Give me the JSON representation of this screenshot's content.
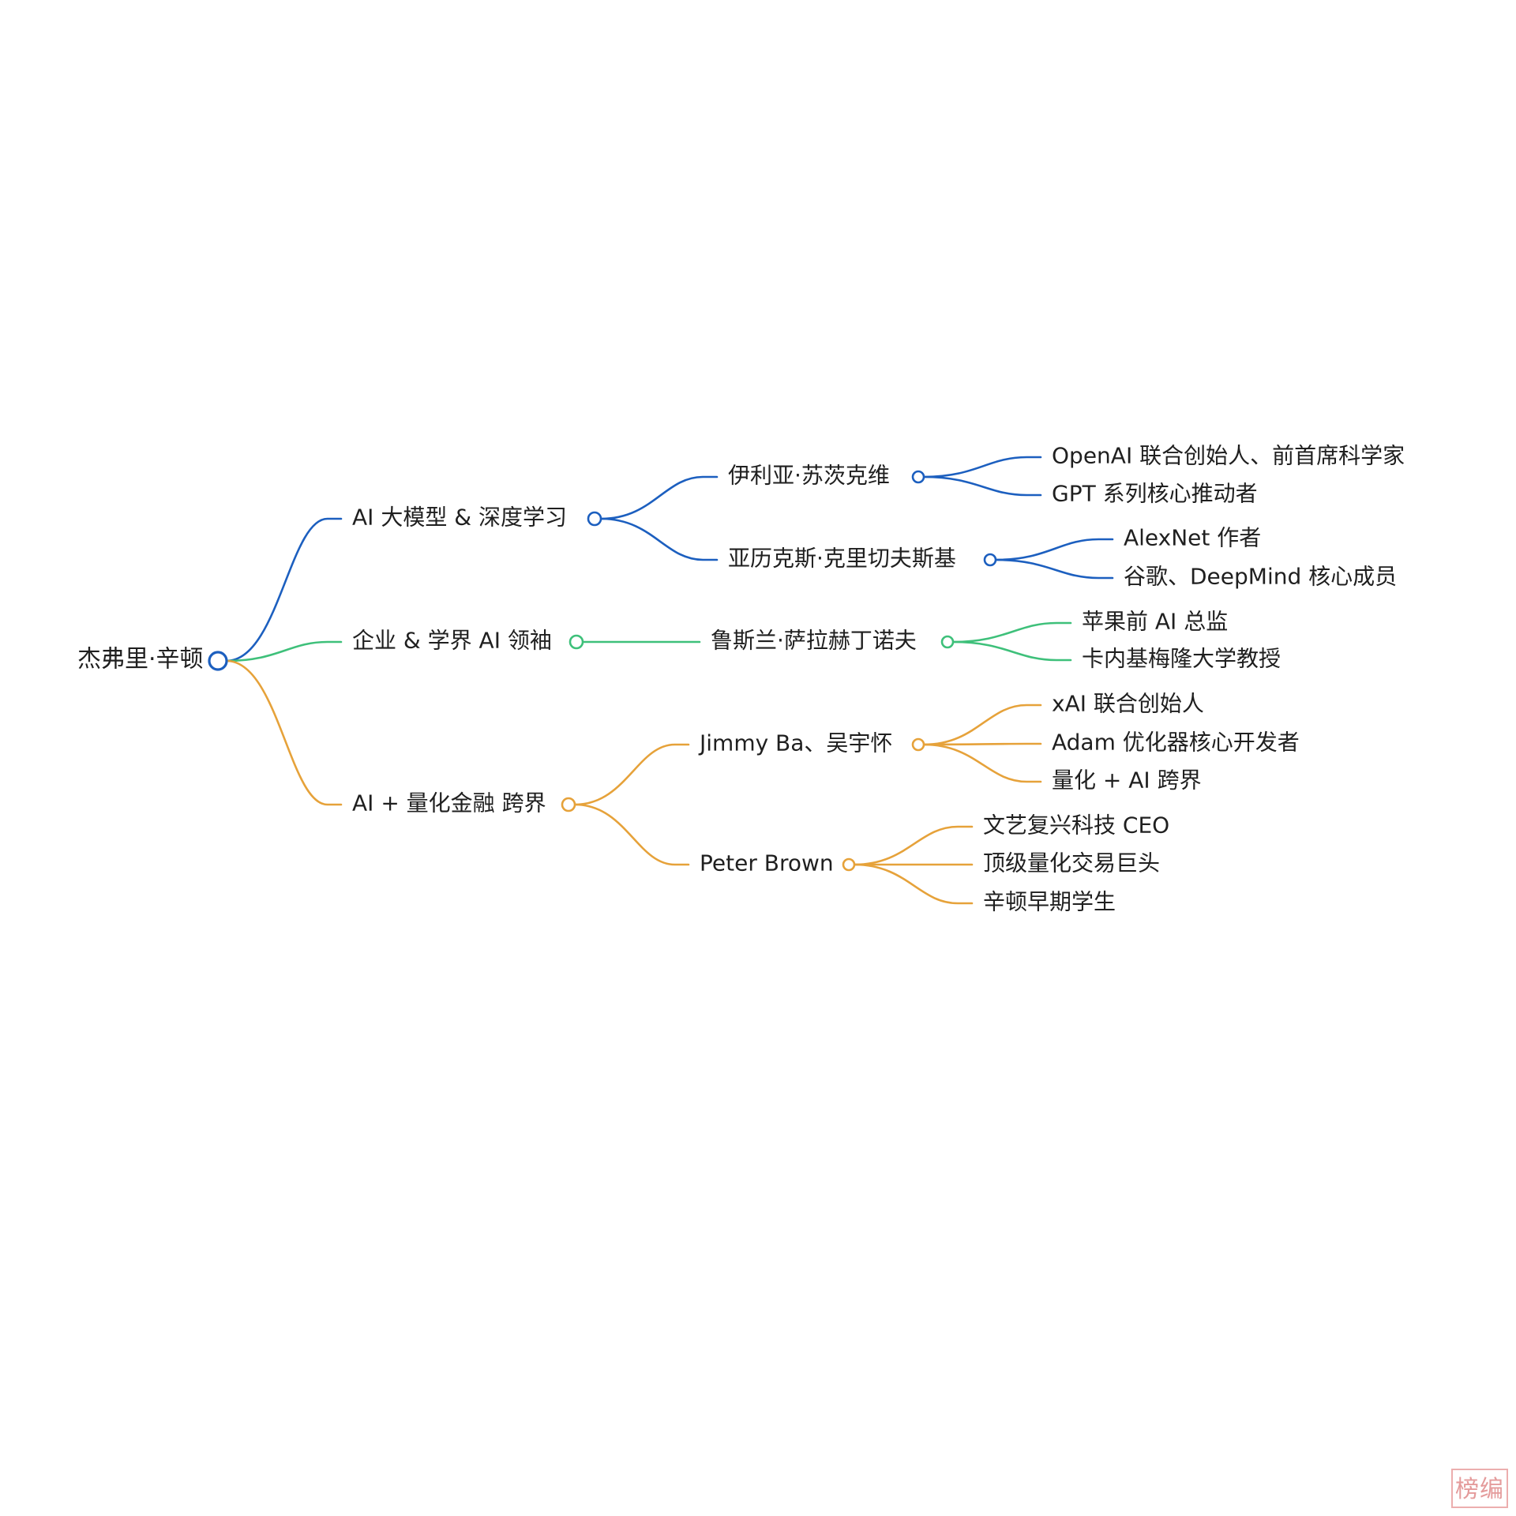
{
  "colors": {
    "blue": "#1c5fbf",
    "green": "#3ec07a",
    "orange": "#e6a23a",
    "text": "#1f1f1f"
  },
  "mindmap": {
    "root": {
      "id": "root",
      "label": "杰弗里·辛顿",
      "color": "blue",
      "children": [
        {
          "id": "b1",
          "label": "AI 大模型 & 深度学习",
          "color": "blue",
          "children": [
            {
              "id": "b1a",
              "label": "伊利亚·苏茨克维",
              "color": "blue",
              "children": [
                {
                  "id": "b1a1",
                  "label": "OpenAI 联合创始人、前首席科学家",
                  "color": "blue"
                },
                {
                  "id": "b1a2",
                  "label": "GPT 系列核心推动者",
                  "color": "blue"
                }
              ]
            },
            {
              "id": "b1b",
              "label": "亚历克斯·克里切夫斯基",
              "color": "blue",
              "children": [
                {
                  "id": "b1b1",
                  "label": "AlexNet 作者",
                  "color": "blue"
                },
                {
                  "id": "b1b2",
                  "label": "谷歌、DeepMind 核心成员",
                  "color": "blue"
                }
              ]
            }
          ]
        },
        {
          "id": "b2",
          "label": "企业 & 学界 AI 领袖",
          "color": "green",
          "children": [
            {
              "id": "b2a",
              "label": "鲁斯兰·萨拉赫丁诺夫",
              "color": "green",
              "children": [
                {
                  "id": "b2a1",
                  "label": "苹果前 AI 总监",
                  "color": "green"
                },
                {
                  "id": "b2a2",
                  "label": "卡内基梅隆大学教授",
                  "color": "green"
                }
              ]
            }
          ]
        },
        {
          "id": "b3",
          "label": "AI + 量化金融 跨界",
          "color": "orange",
          "children": [
            {
              "id": "b3a",
              "label": "Jimmy Ba、吴宇怀",
              "color": "orange",
              "children": [
                {
                  "id": "b3a1",
                  "label": "xAI 联合创始人",
                  "color": "orange"
                },
                {
                  "id": "b3a2",
                  "label": "Adam 优化器核心开发者",
                  "color": "orange"
                },
                {
                  "id": "b3a3",
                  "label": "量化 + AI 跨界",
                  "color": "orange"
                }
              ]
            },
            {
              "id": "b3b",
              "label": "Peter Brown",
              "color": "orange",
              "children": [
                {
                  "id": "b3b1",
                  "label": "文艺复兴科技 CEO",
                  "color": "orange"
                },
                {
                  "id": "b3b2",
                  "label": "顶级量化交易巨头",
                  "color": "orange"
                },
                {
                  "id": "b3b3",
                  "label": "辛顿早期学生",
                  "color": "orange"
                }
              ]
            }
          ]
        }
      ]
    }
  },
  "watermark": {
    "text": "榜编"
  }
}
